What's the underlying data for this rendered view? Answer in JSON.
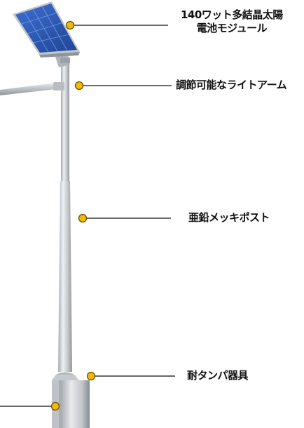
{
  "labels": {
    "solar_module": {
      "line1": "140ワット多結晶太陽",
      "line2": "電池モジュール"
    },
    "adjustable_arm": "調節可能なライトアーム",
    "galvanized_post": "亜鉛メッキポスト",
    "tamper_resistant_fixture": "耐タンパ器具"
  },
  "colors": {
    "callout_dot": "#f5b800",
    "callout_dot_stroke": "#6b5200",
    "callout_line": "#111111",
    "panel_cell": "#2f5db3",
    "panel_frame": "#c9ccd0",
    "pole_light": "#e4e7ea",
    "pole_dark": "#9aa0a6"
  }
}
